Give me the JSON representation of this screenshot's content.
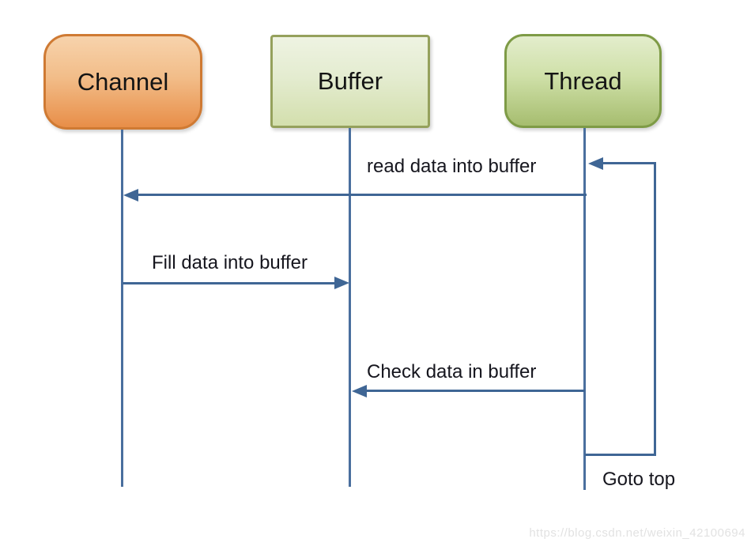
{
  "diagram": {
    "title_hint": "Channel-Buffer-Thread sequence diagram",
    "line_color": "#3f6695",
    "actors": [
      {
        "label": "Channel",
        "shape": "rounded-rect",
        "border": "#cf7a33",
        "fill_top": "#f7d3ac",
        "fill_bottom": "#e88e48"
      },
      {
        "label": "Buffer",
        "shape": "rect",
        "border": "#95a15c",
        "fill_top": "#eef3e2",
        "fill_bottom": "#d3dfad"
      },
      {
        "label": "Thread",
        "shape": "rounded-rect",
        "border": "#7e9b46",
        "fill_top": "#e3edcc",
        "fill_bottom": "#a6bd6f"
      }
    ],
    "messages": [
      {
        "label": "read data into buffer",
        "from": "Thread",
        "to": "Channel",
        "direction": "left"
      },
      {
        "label": "Fill data into buffer",
        "from": "Channel",
        "to": "Buffer",
        "direction": "right"
      },
      {
        "label": "Check data in buffer",
        "from": "Thread",
        "to": "Buffer",
        "direction": "left"
      },
      {
        "label": "Goto top",
        "from": "Thread",
        "to": "Thread",
        "direction": "loop-back-to-top"
      }
    ]
  },
  "watermark": {
    "text": "https://blog.csdn.net/weixin_42100694",
    "color": "#e2e2e2"
  }
}
